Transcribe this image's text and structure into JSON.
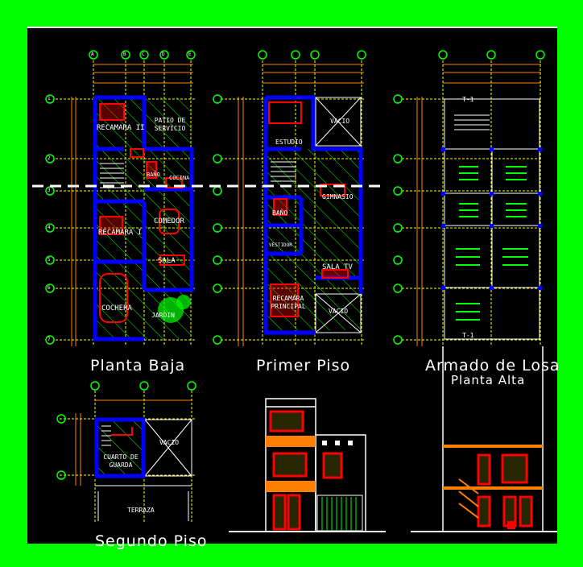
{
  "drawing": {
    "background_color": "#000000",
    "frame_color": "#00ff00",
    "titles": {
      "planta_baja": "Planta Baja",
      "primer_piso": "Primer Piso",
      "armado_losa": "Armado de Losa",
      "planta_alta": "Planta Alta",
      "segundo_piso": "Segundo Piso"
    },
    "planta_baja_rooms": {
      "recamara_ii": "RECAMARA II",
      "patio": "PATIO DE SERVICIO",
      "bano": "BAÑO",
      "cocina": "COCINA",
      "comedor": "COMEDOR",
      "recamara_i": "RECAMARA I",
      "sala": "SALA",
      "cochera": "COCHERA",
      "jardin": "JARDIN"
    },
    "primer_piso_rooms": {
      "vacio_top": "VACIO",
      "estudio": "ESTUDIO",
      "gimnasio": "GIMNASIO",
      "bano": "BAÑO",
      "vestidor": "VESTIDOR",
      "sala_tv": "SALA TV",
      "recamara_principal": "RECAMARA PRINCIPAL",
      "vacio_bottom": "VACIO"
    },
    "segundo_piso_rooms": {
      "cuarto_guarda": "CUARTO DE GUARDA",
      "vacio": "VACIO",
      "terraza": "TERRAZA"
    },
    "grid_axes_columns": [
      "A",
      "B",
      "C",
      "D",
      "E"
    ],
    "grid_axes_rows": [
      "1",
      "2",
      "3",
      "4",
      "5",
      "6",
      "7"
    ],
    "losa_label": "T-1",
    "colors": {
      "wall": "#0000ff",
      "hatch": "#00ff00",
      "furniture": "#ff0000",
      "dimension": "#ff8000",
      "axis": "#00ff00",
      "text": "#ffffff",
      "accent": "#ffff00"
    }
  }
}
